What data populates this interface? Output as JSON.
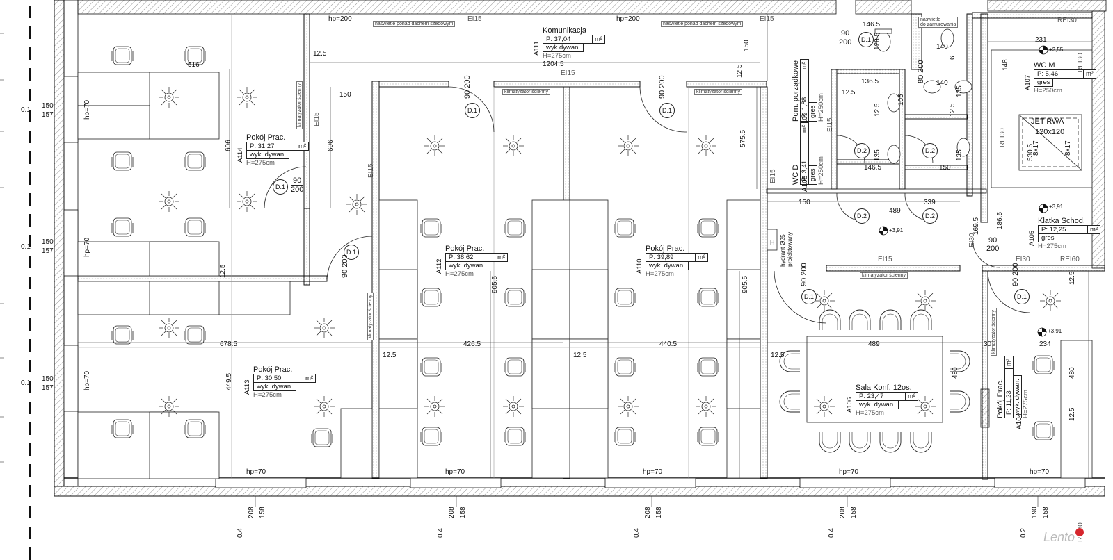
{
  "rooms": [
    {
      "id": "a114",
      "name": "Pokój Prac.",
      "area": "P: 31,27",
      "unit": "m²",
      "floor": "wyk. dywan.",
      "height": "H=275cm",
      "code": "A114"
    },
    {
      "id": "a113",
      "name": "Pokój Prac.",
      "area": "P: 30,50",
      "unit": "m²",
      "floor": "wyk. dywan.",
      "height": "H=275cm",
      "code": "A113"
    },
    {
      "id": "a112",
      "name": "Pokój Prac.",
      "area": "P: 38,62",
      "unit": "m²",
      "floor": "wyk. dywan.",
      "height": "H=275cm",
      "code": "A112"
    },
    {
      "id": "a110",
      "name": "Pokój Prac.",
      "area": "P: 39,89",
      "unit": "m²",
      "floor": "wyk. dywan.",
      "height": "H=275cm",
      "code": "A110"
    },
    {
      "id": "a111",
      "name": "Komunikacja",
      "area": "P: 37,04",
      "unit": "m²",
      "floor": "wyk.dywan.",
      "height": "H=275cm",
      "code": "A111"
    },
    {
      "id": "a106",
      "name": "Sala Konf. 12os.",
      "area": "P: 23,47",
      "unit": "m²",
      "floor": "wyk. dywan.",
      "height": "H=275cm",
      "code": "A106"
    },
    {
      "id": "a107",
      "name": "WC M",
      "area": "P: 5,46",
      "unit": "m²",
      "floor": "gres",
      "height": "H=250cm",
      "code": "A107"
    },
    {
      "id": "a105",
      "name": "Klatka Schod.",
      "area": "P: 12,25",
      "unit": "m²",
      "floor": "gres",
      "height": "H=275cm",
      "code": "A105"
    },
    {
      "id": "a109",
      "name": "Pom. porządkowe",
      "area": "P: 1,88",
      "unit": "m²",
      "floor": "gres",
      "height": "H=250cm",
      "code": "A109"
    },
    {
      "id": "a108",
      "name": "WC D",
      "area": "P: 3,41",
      "unit": "m²",
      "floor": "gres",
      "height": "H=250cm",
      "code": "A108"
    },
    {
      "id": "a104",
      "name": "Pokój Prac.",
      "area": "P: 11,23",
      "unit": "m²",
      "floor": "wyk. dywan.",
      "height": "H=275cm",
      "code": "A104"
    }
  ],
  "doors": {
    "d1": "D.1",
    "d2": "D.2",
    "w90": "90",
    "h200": "200",
    "w80": "80"
  },
  "dims": {
    "hp200": "hp=200",
    "hp70": "hp=70",
    "d516": "516",
    "d150": "150",
    "d157": "157",
    "d12_5": "12.5",
    "d606": "606",
    "d1204_5": "1204.5",
    "d678_5": "678.5",
    "d426_5": "426.5",
    "d440_5": "440.5",
    "d449_5": "449.5",
    "d905_5": "905.5",
    "d575_5": "575.5",
    "d146_5": "146.5",
    "d128_5": "128.5",
    "d136_5": "136.5",
    "d140": "140",
    "d135": "135",
    "d105": "105",
    "d489": "489",
    "d339": "339",
    "d169_5": "169.5",
    "d186_5": "186.5",
    "d480": "480",
    "d234": "234",
    "d30": "30",
    "d231": "231",
    "d148": "148",
    "d6": "6",
    "d208": "208",
    "d158": "158",
    "d190": "190",
    "d530_5": "530.5",
    "d8x17": "8x17"
  },
  "levels": {
    "l255": "+2,55",
    "l391": "+3,91"
  },
  "fire": {
    "ei15": "EI15",
    "rei30": "REI30",
    "ei30": "EI30",
    "rei60": "REI60"
  },
  "sills": {
    "s04": "0.4",
    "s02": "0.2",
    "s01": "0.1"
  },
  "notes": {
    "skylight": "naświetle ponad dachem szedowym",
    "skylight_close": "naświetle\ndo zamurowania",
    "ac": "klimatyzator ścienny",
    "hydrant": "hydrant Ø25\nprojektowany",
    "h": "H",
    "jet": "JET RWA",
    "jet_size": "120x120"
  },
  "logo": "Lento"
}
